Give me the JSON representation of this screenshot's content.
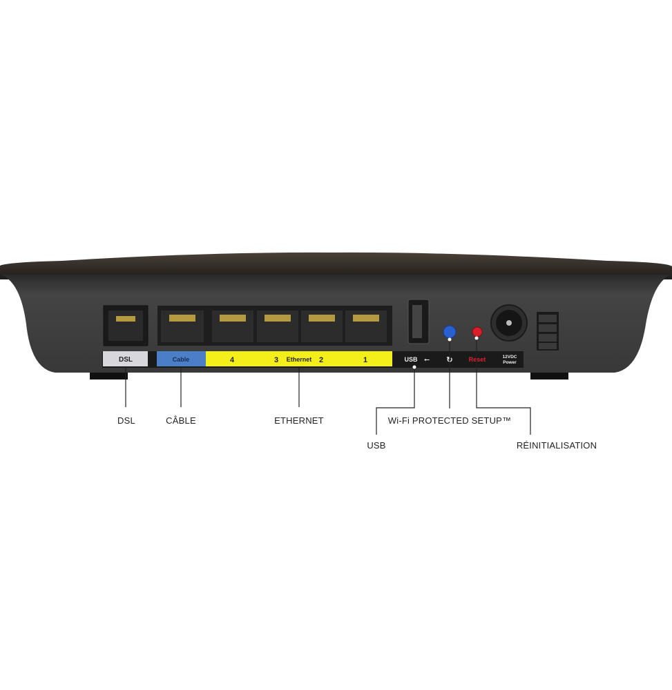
{
  "panel_labels": {
    "dsl": "DSL",
    "cable": "Cable",
    "eth4": "4",
    "eth3": "3",
    "ethernet": "Ethernet",
    "eth2": "2",
    "eth1": "1",
    "usb": "USB",
    "reset": "Reset",
    "power_line1": "12VDC",
    "power_line2": "Power"
  },
  "callouts": {
    "dsl": "DSL",
    "cable": "CÂBLE",
    "ethernet": "ETHERNET",
    "usb": "USB",
    "wps": "Wi-Fi PROTECTED SETUP™",
    "reset": "RÉINITIALISATION"
  },
  "colors": {
    "body": "#3a3a3a",
    "dsl_label": "#d8d8dc",
    "cable_label": "#4a7fc8",
    "ethernet_label": "#f4ee1a",
    "wps_button": "#2a5fd0",
    "reset_button": "#d81e2a",
    "reset_text": "#e02030"
  }
}
